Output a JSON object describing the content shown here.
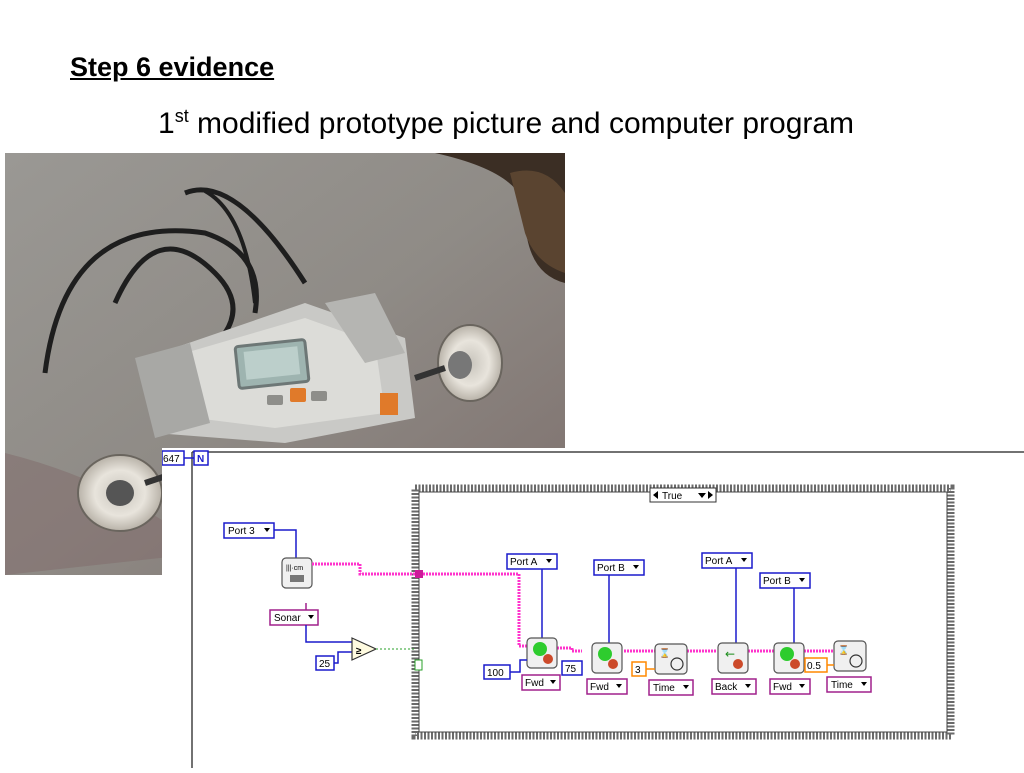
{
  "slide": {
    "title": "Step 6 evidence",
    "subtitle_number": "1",
    "subtitle_superscript": "st",
    "subtitle_text": " modified prototype picture and computer program"
  },
  "program": {
    "loop_count": "647",
    "loop_index_label": "N",
    "case_label": "True",
    "sensor_port": "Port 3",
    "sensor_mode": "Sonar",
    "threshold": "25",
    "compare_icon": "greater-than-icon",
    "blocks": [
      {
        "port": "Port A",
        "power": "100",
        "direction": "Fwd"
      },
      {
        "port": "Port B",
        "power": "75",
        "direction": "Fwd"
      },
      {
        "wait_value": "3",
        "wait_mode": "Time"
      },
      {
        "port": "Port A",
        "direction": "Back"
      },
      {
        "port": "Port B",
        "direction": "Fwd"
      },
      {
        "wait_value": "0.5",
        "wait_mode": "Time"
      }
    ],
    "colors": {
      "wire_pink": "#ff33cc",
      "wire_blue": "#1a1acc",
      "wire_orange": "#ff8800",
      "wire_green": "#2aa12a",
      "terminal_border": "#1a1acc",
      "enum_border": "#a0208c"
    }
  }
}
